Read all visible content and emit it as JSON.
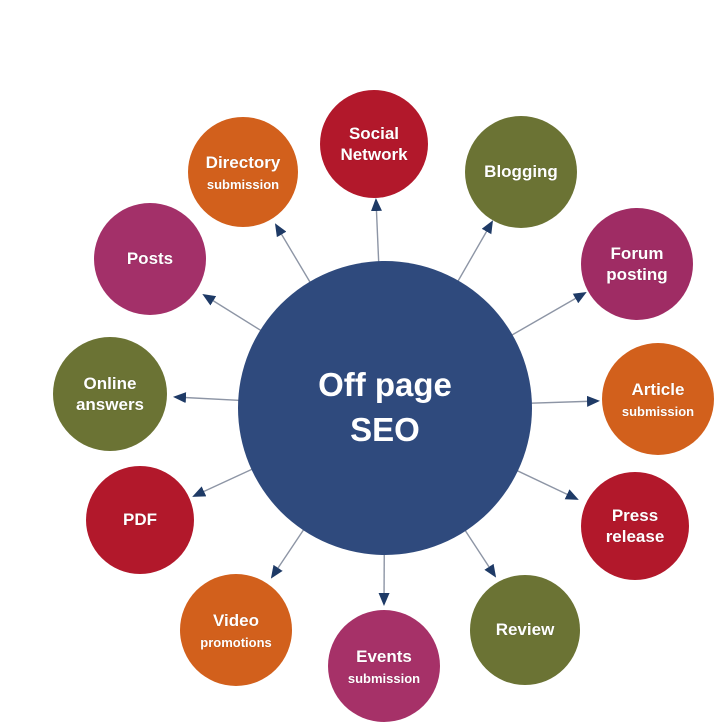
{
  "title": "Off page SEO",
  "center": {
    "line1": "Off page",
    "line2": "SEO",
    "color": "#2f4a7d",
    "text_color": "#ffffff"
  },
  "connector": {
    "line_color": "#8d95a5",
    "arrowhead_color": "#1e3a66"
  },
  "nodes": [
    {
      "id": "social-network",
      "label": "Social Network",
      "sublabel": "",
      "color": "#b2182b"
    },
    {
      "id": "blogging",
      "label": "Blogging",
      "sublabel": "",
      "color": "#6b7334"
    },
    {
      "id": "forum-posting",
      "label": "Forum posting",
      "sublabel": "",
      "color": "#9f2c64"
    },
    {
      "id": "article-submission",
      "label": "Article",
      "sublabel": "submission",
      "color": "#d2601c"
    },
    {
      "id": "press-release",
      "label": "Press release",
      "sublabel": "",
      "color": "#b2182b"
    },
    {
      "id": "review",
      "label": "Review",
      "sublabel": "",
      "color": "#6b7334"
    },
    {
      "id": "events-submission",
      "label": "Events",
      "sublabel": "submission",
      "color": "#a63168"
    },
    {
      "id": "video-promotions",
      "label": "Video",
      "sublabel": "promotions",
      "color": "#d2601c"
    },
    {
      "id": "pdf",
      "label": "PDF",
      "sublabel": "",
      "color": "#b2182b"
    },
    {
      "id": "online-answers",
      "label": "Online answers",
      "sublabel": "",
      "color": "#6b7334"
    },
    {
      "id": "posts",
      "label": "Posts",
      "sublabel": "",
      "color": "#a33069"
    },
    {
      "id": "directory-submission",
      "label": "Directory",
      "sublabel": "submission",
      "color": "#d2601c"
    }
  ]
}
